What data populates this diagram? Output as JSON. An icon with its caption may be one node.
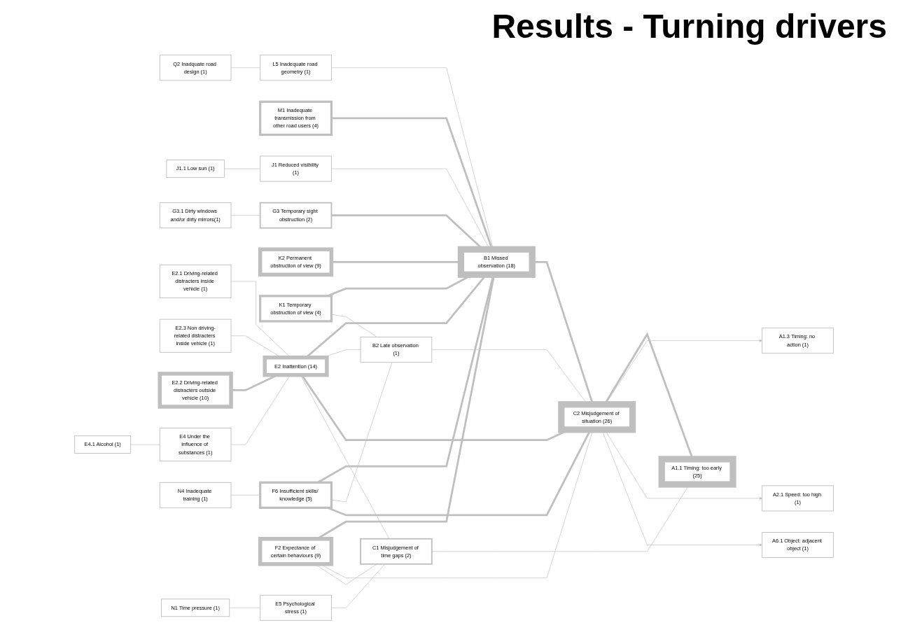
{
  "diagram": {
    "title": "Results - Turning drivers",
    "nodes": [
      {
        "text": [
          "Q2 Inadquate road design (1)"
        ]
      },
      {
        "text": [
          "L5 Inadequate road geometry (1)"
        ]
      },
      {
        "text": [
          "M1 Inadequate transmission from other road users (4)"
        ]
      },
      {
        "text": [
          "J1.1 Low sun (1)"
        ]
      },
      {
        "text": [
          "G3.1 Dirty windows and/or dirty mirrors(1)"
        ]
      },
      {
        "text": [
          "J1 Reduced visibility (1)"
        ]
      },
      {
        "text": [
          "G3 Temporary sight obstruction (2)"
        ]
      },
      {
        "text": [
          "E2.1 Driving-related distracters inside vehicle (1)"
        ]
      },
      {
        "text": [
          "K2 Permanent obstruction of view (9)"
        ]
      },
      {
        "text": [
          "E2.3 Non driving-related distracters inside vehicle (1)"
        ]
      },
      {
        "text": [
          "K1 Temporary obstruction of view (4)"
        ]
      },
      {
        "text": [
          "B1 Missed observation (18)"
        ]
      },
      {
        "text": [
          "B2 Late observation (1)"
        ]
      },
      {
        "text": [
          "E2.2 Driving-related distracters outside vehicle (10)"
        ]
      },
      {
        "text": [
          "E2 Inattention (14)"
        ]
      },
      {
        "text": [
          "E4.1 Alcohol (1)"
        ]
      },
      {
        "text": [
          "E4 Under the influence of substances (1)"
        ]
      },
      {
        "text": [
          "F6 Insufficient skills/ knowledge (5)"
        ]
      },
      {
        "text": [
          "N4 Inadequate training (1)"
        ]
      },
      {
        "text": [
          "F2 Expectance of certain behaviours (9)"
        ]
      },
      {
        "text": [
          "C1 Misjudgement of time gaps (2)"
        ]
      },
      {
        "text": [
          "C2 Misjudgement of situation (26)"
        ]
      },
      {
        "text": [
          "A1.3 Timing: no action (1)"
        ]
      },
      {
        "text": [
          "A2.1 Speed: too high (1)"
        ]
      },
      {
        "text": [
          "A6.1 Object: adjacent object (1)"
        ]
      },
      {
        "text": [
          "A1.1 Timing: too early (25)"
        ]
      },
      {
        "text": [
          "N1 Time pressure (1)"
        ]
      },
      {
        "text": [
          "E5 Psychological stress (1)"
        ]
      }
    ],
    "edges": [
      {
        "from": 0,
        "to": 1,
        "arrow": "none"
      },
      {
        "from": 1,
        "to": 11,
        "arrow": "none"
      },
      {
        "from": 2,
        "to": 11,
        "arrow": "none",
        "style": "thick"
      },
      {
        "from": 3,
        "to": 5,
        "arrow": "none"
      },
      {
        "from": 4,
        "to": 6,
        "arrow": "none"
      },
      {
        "from": 5,
        "to": 11,
        "arrow": "none"
      },
      {
        "from": 6,
        "to": 11,
        "arrow": "none",
        "style": "thick"
      },
      {
        "from": 8,
        "to": 11,
        "arrow": "none",
        "style": "thick"
      },
      {
        "from": 10,
        "to": 11,
        "arrow": "none",
        "style": "thick"
      },
      {
        "from": 10,
        "to": 12,
        "arrow": "none"
      },
      {
        "from": 7,
        "to": 14,
        "arrow": "none"
      },
      {
        "from": 9,
        "to": 14,
        "arrow": "none"
      },
      {
        "from": 13,
        "to": 14,
        "arrow": "none",
        "style": "thick"
      },
      {
        "from": 15,
        "to": 16,
        "arrow": "none"
      },
      {
        "from": 16,
        "to": 14,
        "arrow": "none"
      },
      {
        "from": 14,
        "to": 11,
        "arrow": "none",
        "style": "thick"
      },
      {
        "from": 14,
        "to": 12,
        "arrow": "none"
      },
      {
        "from": 14,
        "to": 21,
        "arrow": "none",
        "style": "thick"
      },
      {
        "from": 14,
        "to": 20,
        "arrow": "none"
      },
      {
        "from": 18,
        "to": 17,
        "arrow": "none"
      },
      {
        "from": 17,
        "to": 11,
        "arrow": "none",
        "style": "thick"
      },
      {
        "from": 17,
        "to": 12,
        "arrow": "none"
      },
      {
        "from": 17,
        "to": 21,
        "arrow": "none",
        "style": "thick"
      },
      {
        "from": 19,
        "to": 11,
        "arrow": "none",
        "style": "thick"
      },
      {
        "from": 19,
        "to": 21,
        "arrow": "none"
      },
      {
        "from": 19,
        "to": 20,
        "arrow": "none"
      },
      {
        "from": 26,
        "to": 27,
        "arrow": "none"
      },
      {
        "from": 27,
        "to": 20,
        "arrow": "none"
      },
      {
        "from": 11,
        "to": 21,
        "arrow": "none",
        "style": "thick"
      },
      {
        "from": 12,
        "to": 21,
        "arrow": "none"
      },
      {
        "from": 20,
        "to": 25,
        "arrow": "none"
      },
      {
        "from": 21,
        "to": 25,
        "arrow": "none",
        "style": "thick"
      },
      {
        "from": 21,
        "to": 22,
        "arrow": "to"
      },
      {
        "from": 21,
        "to": 23,
        "arrow": "to"
      },
      {
        "from": 21,
        "to": 24,
        "arrow": "to"
      }
    ]
  }
}
